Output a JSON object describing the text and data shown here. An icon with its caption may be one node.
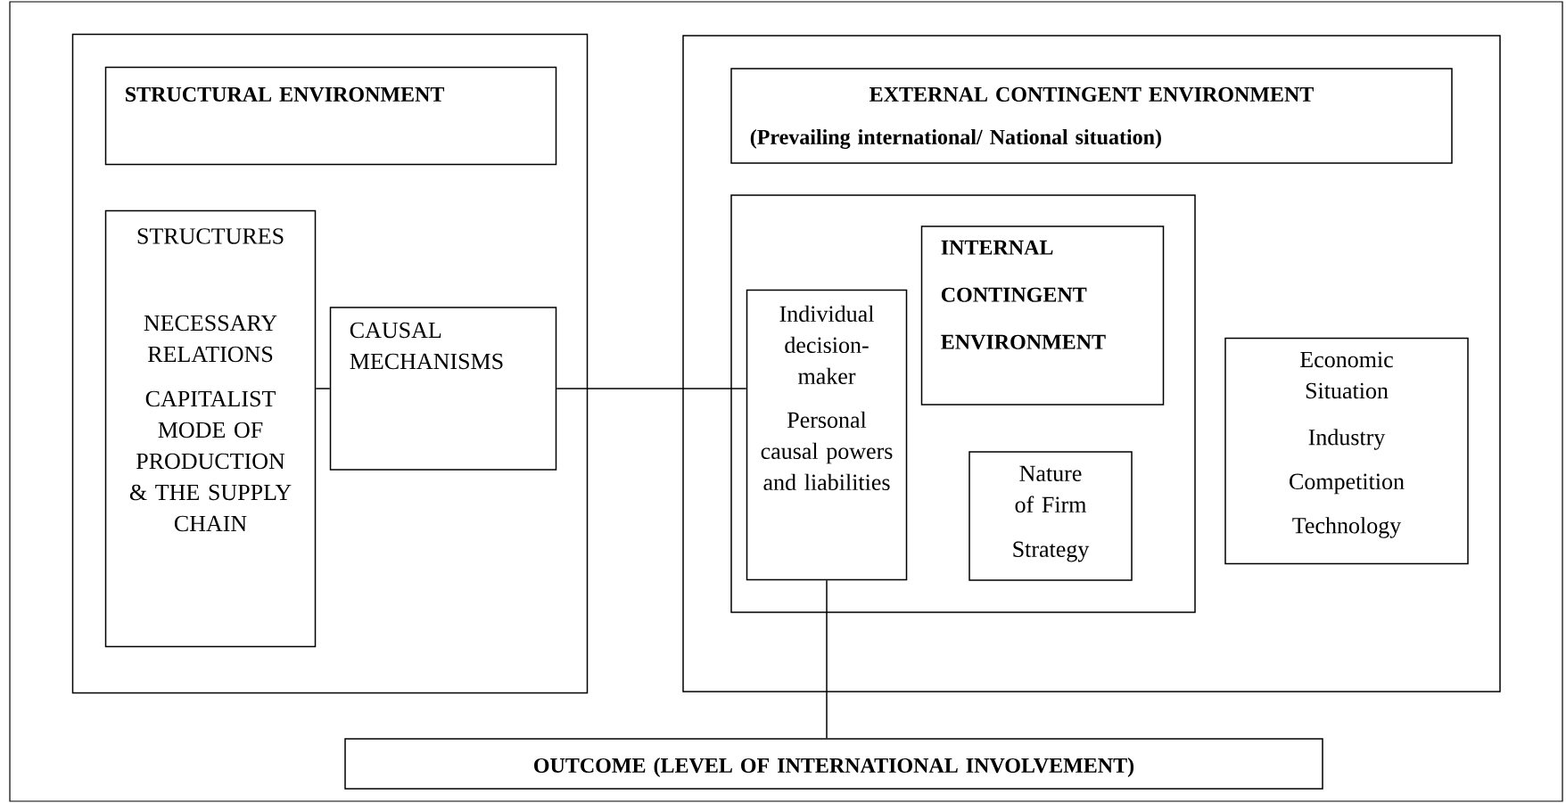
{
  "diagram": {
    "nodes": [
      {
        "text": [],
        "shape": "box"
      },
      {
        "text": [
          "STRUCTURAL ENVIRONMENT"
        ],
        "in": 0
      },
      {
        "text": [
          "STRUCTURES",
          "NECESSARY RELATIONS",
          "CAPITALIST MODE OF PRODUCTION & THE SUPPLY CHAIN"
        ],
        "in": 0
      },
      {
        "text": [
          "CAUSAL MECHANISMS"
        ],
        "in": 0
      },
      {
        "text": [],
        "shape": "box"
      },
      {
        "text": [
          "EXTERNAL CONTINGENT ENVIRONMENT",
          "(Prevailing international/ National situation)"
        ],
        "in": 4
      },
      {
        "text": [],
        "shape": "box",
        "in": 4
      },
      {
        "text": [
          "Individual decision-maker",
          "Personal causal powers and liabilities"
        ],
        "in": 6
      },
      {
        "text": [
          "INTERNAL CONTINGENT ENVIRONMENT"
        ],
        "in": 6
      },
      {
        "text": [
          "Nature of Firm",
          "Strategy"
        ],
        "in": 6
      },
      {
        "text": [
          "Economic Situation",
          "Industry",
          "Competition",
          "Technology"
        ],
        "in": 4
      },
      {
        "text": [
          "OUTCOME (LEVEL OF INTERNATIONAL INVOLVEMENT)"
        ]
      }
    ],
    "edges": [
      {
        "from": 2,
        "to": 3,
        "arrow": "none"
      },
      {
        "from": 3,
        "to": 7,
        "arrow": "none"
      },
      {
        "from": 7,
        "to": 11,
        "arrow": "none"
      }
    ]
  }
}
